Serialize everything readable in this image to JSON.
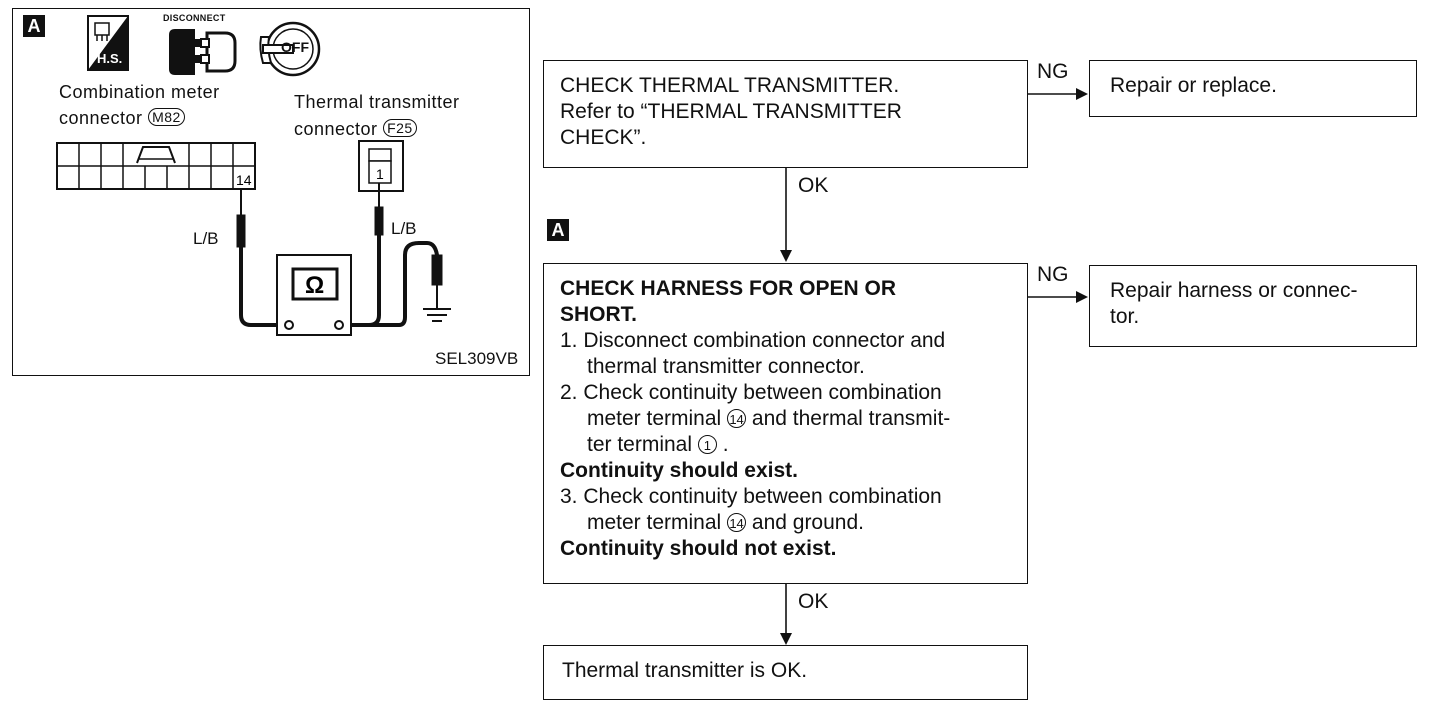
{
  "left_panel": {
    "tag": "A",
    "icon_hs_label": "H.S.",
    "icon_disconnect_label": "DISCONNECT",
    "icon_key_label": "OFF",
    "combo_label_line1": "Combination meter",
    "combo_label_line2": "connector",
    "combo_connector_code": "M82",
    "combo_terminal": "14",
    "thermal_label_line1": "Thermal transmitter",
    "thermal_label_line2": "connector",
    "thermal_connector_code": "F25",
    "thermal_terminal": "1",
    "wire_left_label": "L/B",
    "wire_right_label": "L/B",
    "meter_symbol": "Ω",
    "figure_code": "SEL309VB"
  },
  "flow": {
    "step1": {
      "lines": [
        "CHECK THERMAL TRANSMITTER.",
        "Refer to “THERMAL TRANSMITTER",
        "CHECK”."
      ]
    },
    "step1_ng": "NG",
    "step1_ok": "OK",
    "step1_result_ng": "Repair or replace.",
    "tag": "A",
    "step2": {
      "title_line1": "CHECK HARNESS FOR OPEN OR",
      "title_line2": "SHORT.",
      "item1_line1": "1. Disconnect combination connector and",
      "item1_line2": "thermal transmitter connector.",
      "item2_line1": "2. Check continuity between combination",
      "item2_line2_a": "meter terminal",
      "item2_line2_circle": "14",
      "item2_line2_b": "and thermal transmit-",
      "item2_line3_a": "ter terminal",
      "item2_line3_circle": "1",
      "item2_line3_b": ".",
      "note1": "Continuity should exist.",
      "item3_line1": "3. Check continuity between combination",
      "item3_line2_a": "meter terminal",
      "item3_line2_circle": "14",
      "item3_line2_b": "and ground.",
      "note2": "Continuity should not exist."
    },
    "step2_ng": "NG",
    "step2_ok": "OK",
    "step2_result_ng_line1": "Repair harness or connec-",
    "step2_result_ng_line2": "tor.",
    "final": "Thermal transmitter is OK."
  }
}
